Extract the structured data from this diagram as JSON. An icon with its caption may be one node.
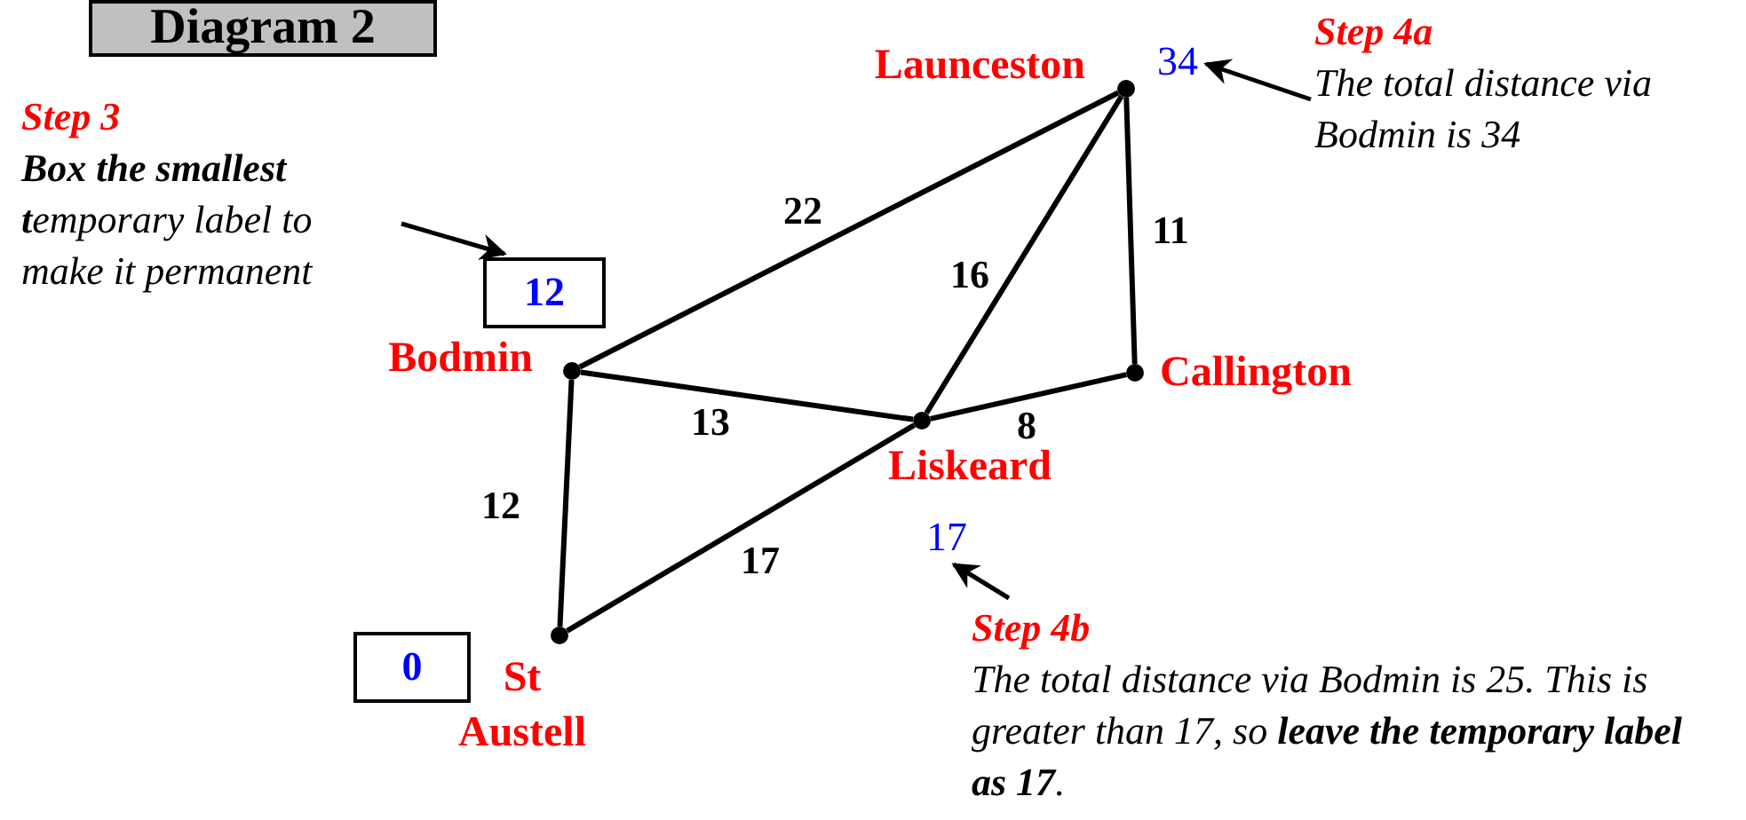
{
  "diagram": {
    "title": "Diagram 2",
    "nodes": [
      {
        "text": [
          "Step 3",
          "**Box the smallest t**emporary label to make it permanent"
        ]
      },
      {
        "text": [
          "12"
        ]
      },
      {
        "text": [],
        "shape": "circle",
        "beside": [
          "Launceston"
        ]
      },
      {
        "text": [],
        "shape": "circle",
        "beside": [
          "Bodmin"
        ]
      },
      {
        "text": [],
        "shape": "circle",
        "beside": [
          "Liskeard"
        ]
      },
      {
        "text": [],
        "shape": "circle",
        "beside": [
          "Callington"
        ]
      },
      {
        "text": [],
        "shape": "circle",
        "beside": [
          "St Austell"
        ]
      },
      {
        "text": [
          "34"
        ]
      },
      {
        "text": [
          "Step 4a",
          "The total distance via Bodmin is 34"
        ]
      },
      {
        "text": [
          "17"
        ]
      },
      {
        "text": [
          "Step 4b",
          "The total distance via Bodmin is 25. This is greater than 17, so **leave the temporary label as 17**."
        ]
      },
      {
        "text": [
          "0"
        ]
      }
    ],
    "edges": [
      {
        "from": 2,
        "to": 3,
        "arrow": "none",
        "label": "22"
      },
      {
        "from": 2,
        "to": 4,
        "arrow": "none",
        "label": "16"
      },
      {
        "from": 2,
        "to": 5,
        "arrow": "none",
        "label": "11"
      },
      {
        "from": 3,
        "to": 4,
        "arrow": "none",
        "label": "13"
      },
      {
        "from": 4,
        "to": 5,
        "arrow": "none",
        "label": "8"
      },
      {
        "from": 3,
        "to": 6,
        "arrow": "none",
        "label": "12"
      },
      {
        "from": 6,
        "to": 4,
        "arrow": "none",
        "label": "17"
      },
      {
        "from": 0,
        "to": 1,
        "arrow": "to"
      },
      {
        "from": 8,
        "to": 7,
        "arrow": "to"
      },
      {
        "from": 10,
        "to": 9,
        "arrow": "to"
      }
    ]
  }
}
